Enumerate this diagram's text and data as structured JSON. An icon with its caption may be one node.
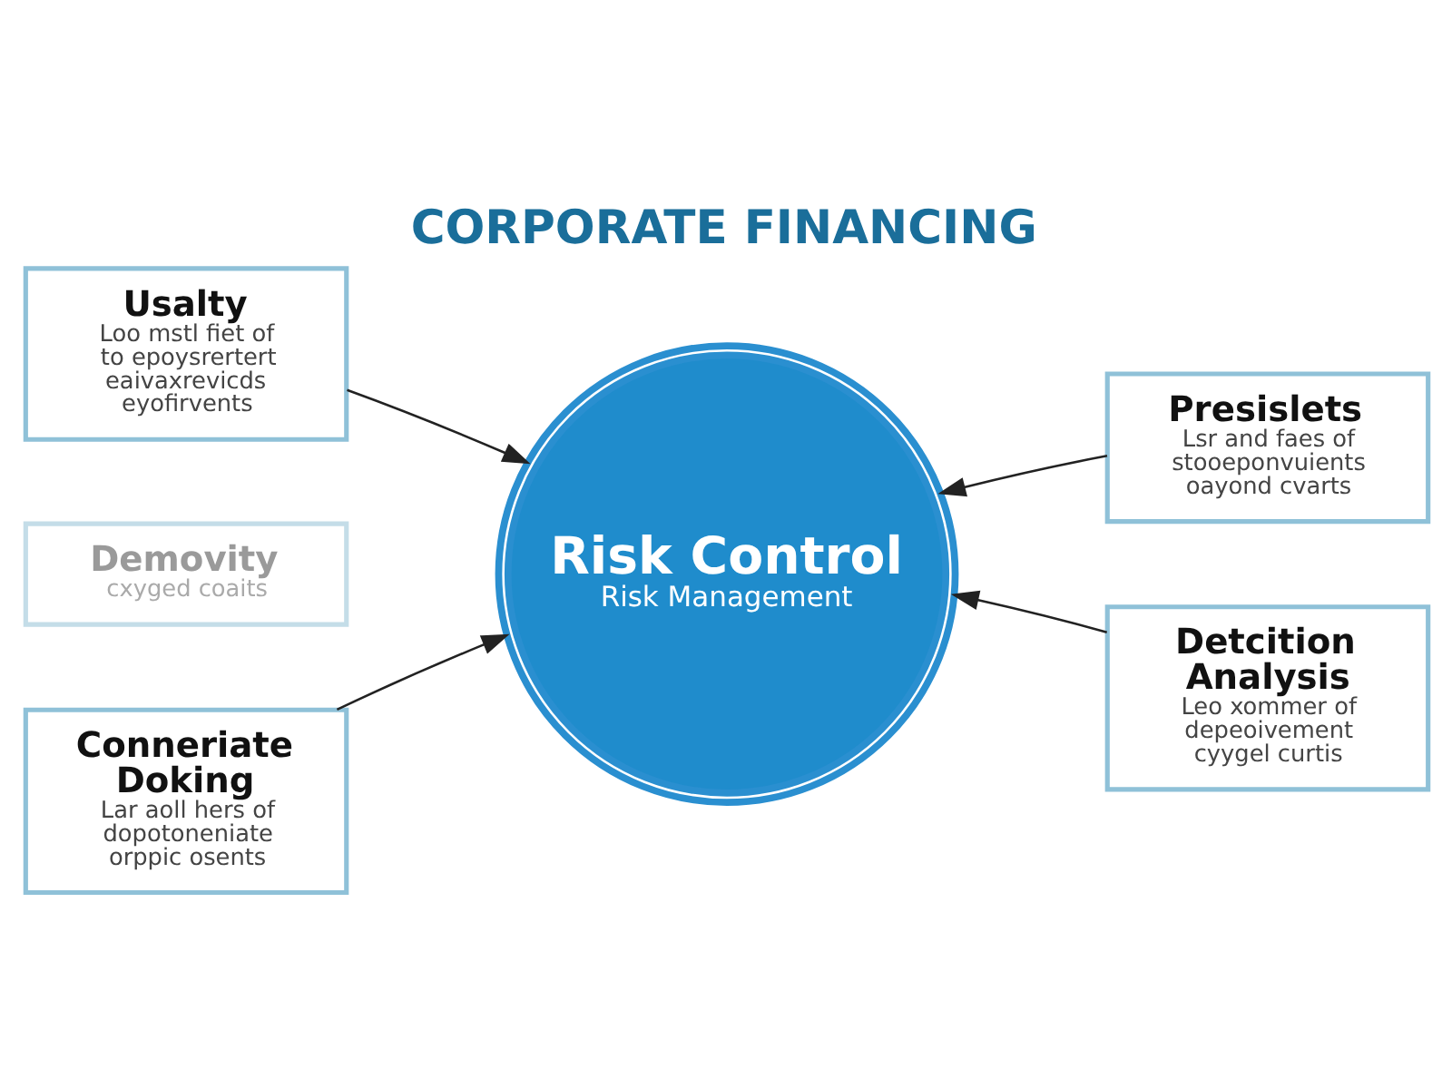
{
  "diagram": {
    "title": "CORPORATE FINANCING",
    "nodes": [
      {
        "text": [
          "Risk Control",
          "Risk Management"
        ]
      },
      {
        "text": [
          "Usalty",
          "Loo mstl fiet of to epoysrertert eaivaxrevicds eyofirvents"
        ]
      },
      {
        "text": [
          "Presislets",
          "Lsr and faes of stooeponvuients oayond cvarts"
        ]
      },
      {
        "text": [
          "Demovity",
          "cxyged coaits"
        ]
      },
      {
        "text": [
          "Conneriate Doking",
          "Lar aoll hers of dopotoneniate orppic osents"
        ]
      },
      {
        "text": [
          "Detcition Analysis",
          "Leo xommer of depeoivement cyygel curtis"
        ]
      }
    ],
    "edges": [
      {
        "from": 1,
        "to": 0,
        "arrow": "to"
      },
      {
        "from": 2,
        "to": 0,
        "arrow": "to"
      },
      {
        "from": 4,
        "to": 0,
        "arrow": "to"
      },
      {
        "from": 5,
        "to": 0,
        "arrow": "to"
      }
    ]
  }
}
